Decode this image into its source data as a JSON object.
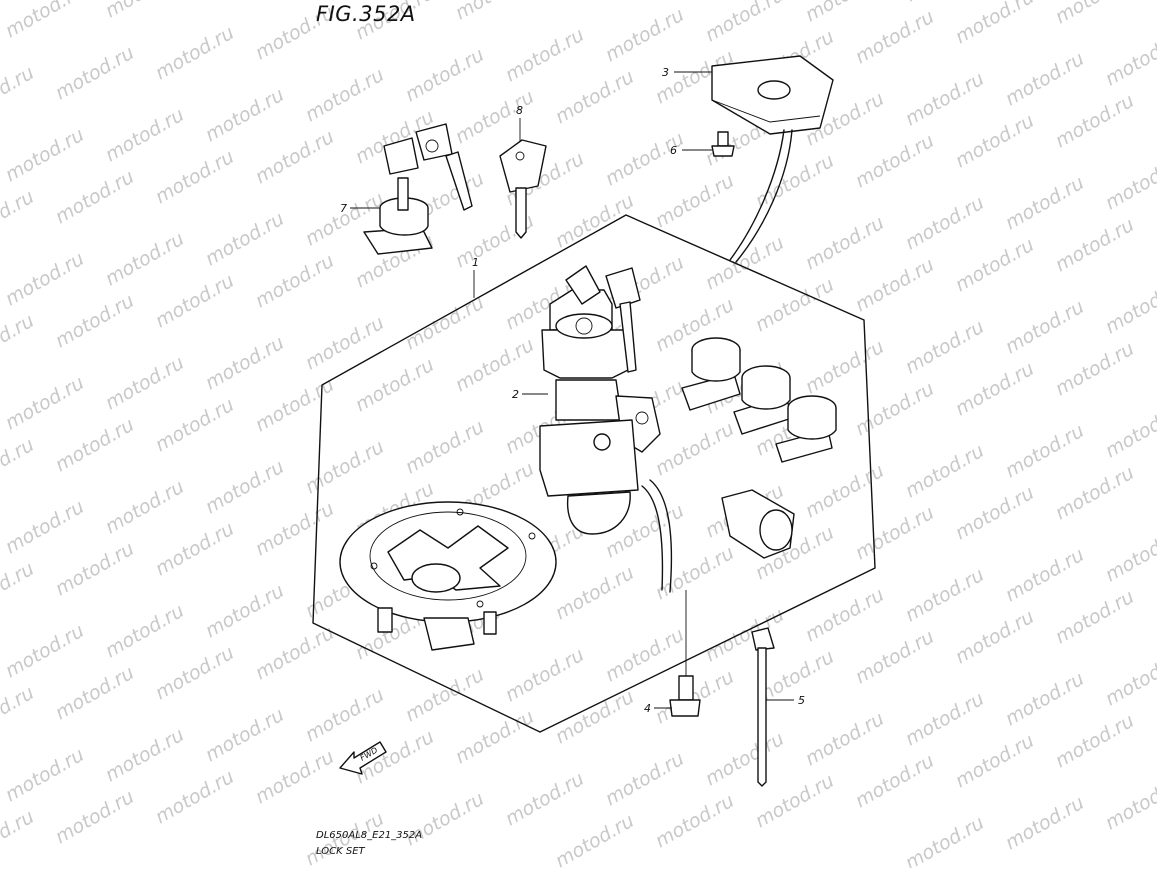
{
  "figure": {
    "title": "FIG.352A",
    "code": "DL650AL8_E21_352A",
    "name": "LOCK SET",
    "watermark": "motod.ru",
    "fwd_label": "FWD"
  },
  "callouts": [
    {
      "number": "1"
    },
    {
      "number": "2"
    },
    {
      "number": "3"
    },
    {
      "number": "4"
    },
    {
      "number": "5"
    },
    {
      "number": "6"
    },
    {
      "number": "7"
    },
    {
      "number": "8"
    }
  ]
}
